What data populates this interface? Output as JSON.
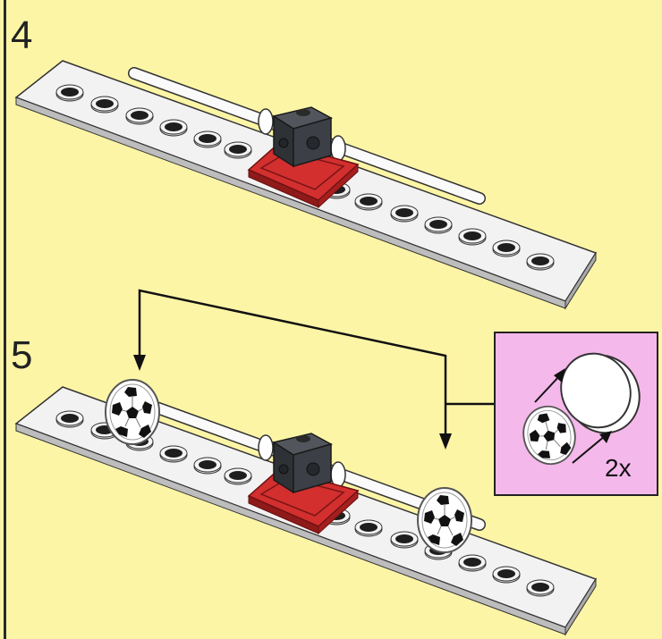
{
  "steps": [
    {
      "number": "4"
    },
    {
      "number": "5"
    }
  ],
  "callout": {
    "multiplier": "2x"
  },
  "colors": {
    "background": "#fdf5a6",
    "plate": "#f2f2f2",
    "stud_hole": "#1e1e1e",
    "red_tile": "#d32f2f",
    "dark_brick": "#3a3d42",
    "callout_bg": "#f5b8ea"
  },
  "icons": [
    "soccer-ball-icon",
    "arrow-icon"
  ]
}
